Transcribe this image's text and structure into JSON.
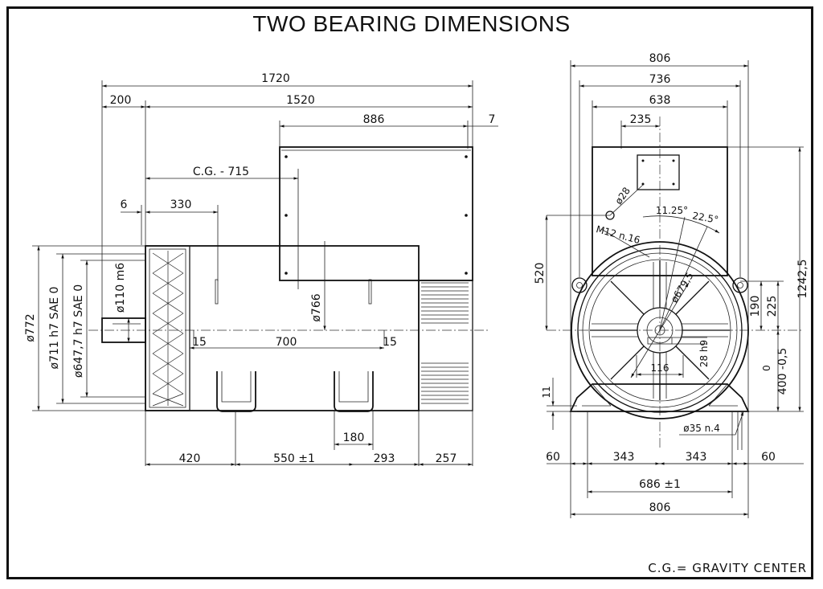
{
  "title": "TWO BEARING DIMENSIONS",
  "note": "C.G.= GRAVITY CENTER",
  "side_view": {
    "dims": {
      "d1720": "1720",
      "d200": "200",
      "d1520": "1520",
      "d886": "886",
      "d7": "7",
      "cg": "C.G. -  715",
      "d6": "6",
      "d330": "330",
      "dia772": "ø772",
      "dia711": "ø711  h7  SAE  0",
      "dia647": "ø647,7  h7  SAE  0",
      "dia110": "ø110  m6",
      "dia766": "ø766",
      "d15a": "15",
      "d700": "700",
      "d15b": "15",
      "d180": "180",
      "d420": "420",
      "d550": "550 ±1",
      "d293": "293",
      "d257": "257"
    }
  },
  "front_view": {
    "dims": {
      "d806top": "806",
      "d736": "736",
      "d638": "638",
      "d235": "235",
      "dia28": "ø28",
      "m12": "M12  n.16",
      "ang1": "11.25°",
      "ang2": "22.5°",
      "dia679": "ø679,5",
      "d116": "116",
      "d28h9": "28  h9",
      "d520": "520",
      "d190": "190",
      "d225": "225",
      "d1242": "1242,5",
      "d400a": "0",
      "d400b": "400 -0,5",
      "d11": "11",
      "dia35": "ø35  n.4",
      "d60a": "60",
      "d343a": "343",
      "d343b": "343",
      "d60b": "60",
      "d686": "686 ±1",
      "d806bot": "806"
    }
  }
}
